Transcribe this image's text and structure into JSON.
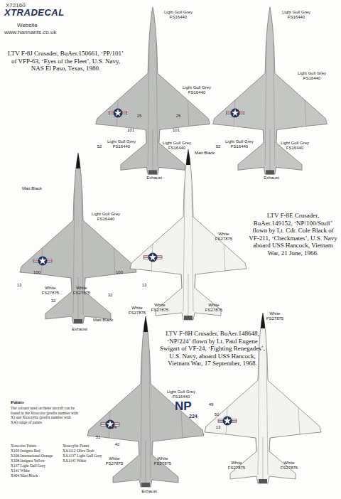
{
  "diagram": {
    "labels": [
      "X72160",
      "XTRADECAL",
      "Website",
      "www.hannants.co.uk",
      "LTV F-8J Crusader, BuAer.150661, ‘PP/101’ of VFP-63, ‘Eyes of the Fleet’, U.S. Navy, NAS El Paso, Texas, 1980.",
      "Light Gull Grey FS16440",
      "Light Gull Grey FS16440",
      "25",
      "25",
      "101",
      "101",
      "52",
      "Light Gull Grey FS16440",
      "Light Gull Grey FS16440",
      "Matt Black",
      "Exhaust",
      "Light Gull Grey FS16440",
      "Light Gull Grey FS16440",
      "52",
      "Light Gull Grey FS16440",
      "Light Gull Grey FS16440",
      "Exhaust",
      "Matt Black",
      "Light Gull Grey FS16440",
      "100",
      "100",
      "13",
      "White FS27875",
      "32",
      "White FS27875",
      "32",
      "Exhaust",
      "White FS27875",
      "13",
      "White FS27875",
      "White FS27875",
      "LTV F-8E Crusader, BuAer.149152, ‘NP/100/Stuff’ flown by Lt. Cdr. Cole Black of VF-211, ‘Checkmates’, U.S. Navy aboard USS Hancock, Vietnam War, 21 June, 1966.",
      "Matt Black",
      "White FS27875",
      "LTV F-8H Crusader, BuAer.148648, ‘NP/224’ flown by Lt. Paul Eugene Swigart of VF-24, ‘Fighting Renegades’, U.S. Navy, aboard USS Hancock, Vietnam War, 17 September, 1968.",
      "Light Gull Grey FS16440",
      "NP",
      "224",
      "49",
      "50",
      "51",
      "42",
      "224",
      "White FS27875",
      "White FS27875",
      "Exhaust",
      "White FS27875",
      "13",
      "White FS27875",
      "White FS27875",
      "Paints",
      "The colours used on these aircraft can be found in the Xtracolor (prefix number with X) and Xtracrylix (prefix number with XA) range of paints",
      "Xtracolor Paints",
      "X103 Insignia Red",
      "X106 International Orange",
      "X108 Insignia Yellow",
      "X137 Light Gull Grey",
      "X141 White",
      "X404 Matt Black",
      "Xtracrylix Paints",
      "XA1112 Olive Drab",
      "XA1137 Light Gull Grey",
      "XA1141 White"
    ]
  }
}
